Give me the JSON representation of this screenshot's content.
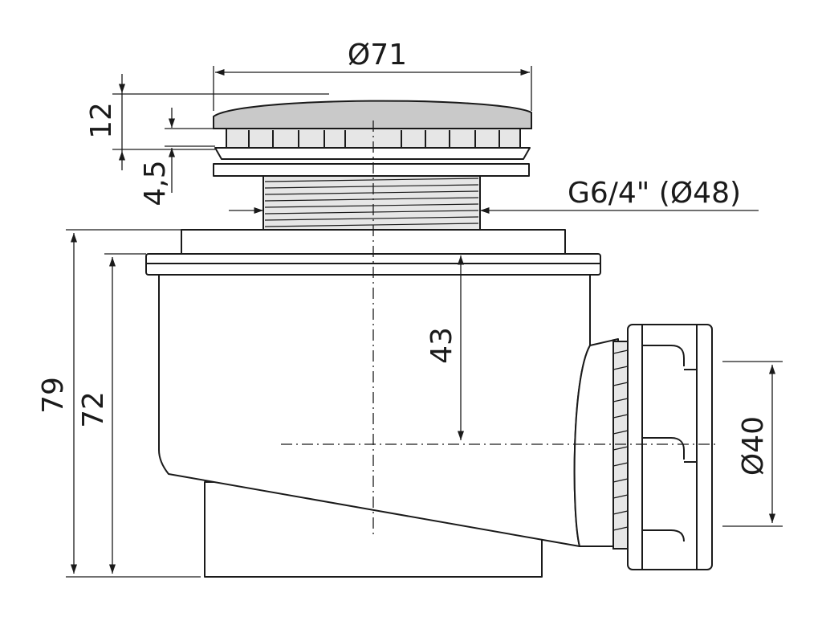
{
  "dimensions": {
    "cap_diameter": "Ø71",
    "cap_height": "12",
    "cap_gap": "4,5",
    "thread_spec": "G6/4\" (Ø48)",
    "total_height": "79",
    "body_height": "72",
    "outlet_axis_height": "43",
    "outlet_diameter": "Ø40"
  }
}
